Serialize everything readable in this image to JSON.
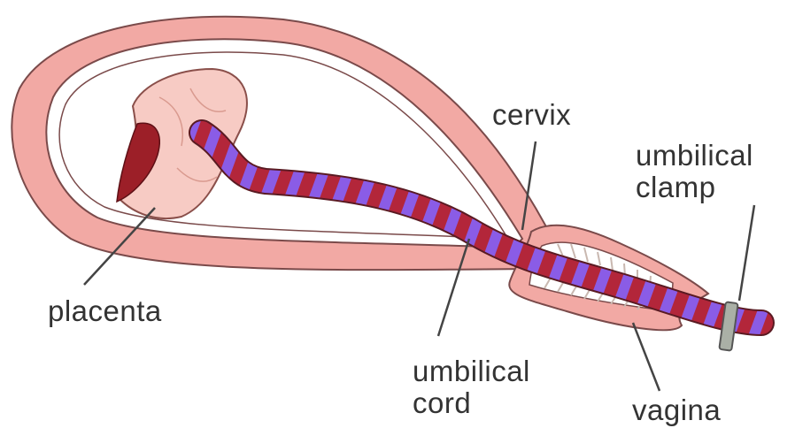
{
  "labels": {
    "placenta": "placenta",
    "cervix": "cervix",
    "umbilical_cord_line1": "umbilical",
    "umbilical_cord_line2": "cord",
    "umbilical_clamp_line1": "umbilical",
    "umbilical_clamp_line2": "clamp",
    "vagina": "vagina"
  },
  "colors": {
    "uterus_wall": "#f2a9a4",
    "uterus_outline": "#7a4a4a",
    "inner_cavity": "#ffffff",
    "placenta": "#f7cbc4",
    "placenta_dark": "#9c1f28",
    "cord_red": "#b3263a",
    "cord_purple": "#8a5ce6",
    "vagina_folds": "#c9b8b0",
    "clamp": "#aab0a6",
    "leader_line": "#444444",
    "text": "#333333"
  }
}
